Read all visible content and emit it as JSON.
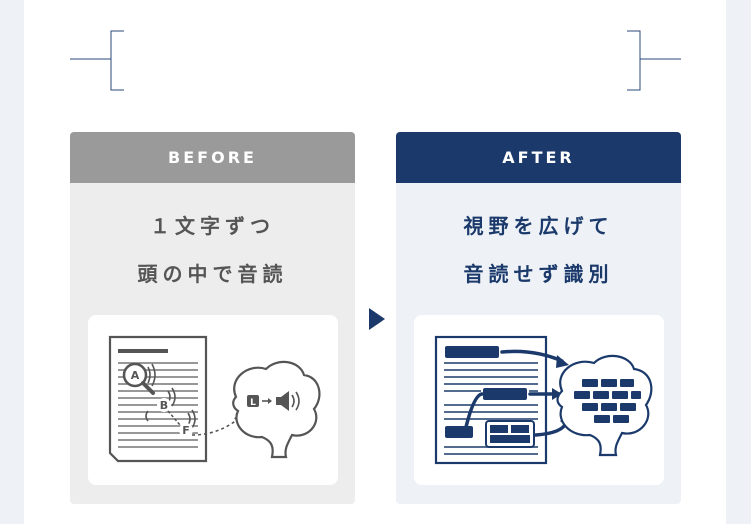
{
  "before": {
    "header": "BEFORE",
    "line1": "１文字ずつ",
    "line2": "頭の中で音読",
    "markers": [
      "A",
      "B",
      "F",
      "L"
    ]
  },
  "after": {
    "header": "AFTER",
    "line1": "視野を広げて",
    "line2": "音読せず識別"
  },
  "colors": {
    "navy": "#1b3a6b",
    "gray_header": "#9a9a9a",
    "before_bg": "#ededed",
    "after_bg": "#eef2f7",
    "illustration_gray": "#555555"
  }
}
